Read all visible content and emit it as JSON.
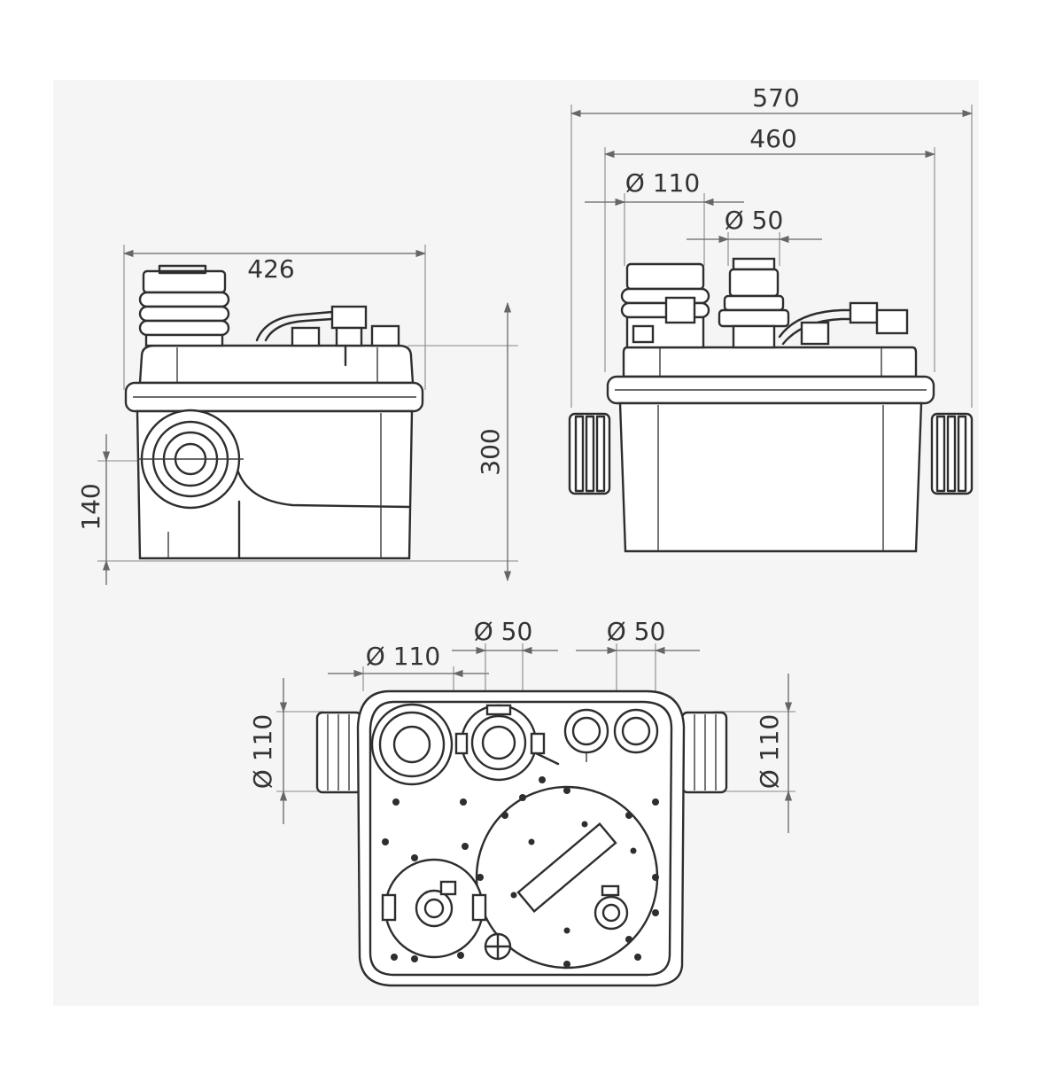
{
  "background": "#f5f5f5",
  "ink_color": "#2e2e2e",
  "views": {
    "side": {
      "width_label": "426",
      "height_label": "300",
      "inlet_height_label": "140"
    },
    "front": {
      "overall_width_label": "570",
      "body_width_label": "460",
      "inlet_large_label": "Ø 110",
      "inlet_small_label": "Ø 50"
    },
    "top": {
      "inlet_large_label": "Ø 110",
      "inlet_small_left_label": "Ø 50",
      "inlet_small_right_label": "Ø 50",
      "side_left_label": "Ø 110",
      "side_right_label": "Ø 110"
    }
  }
}
